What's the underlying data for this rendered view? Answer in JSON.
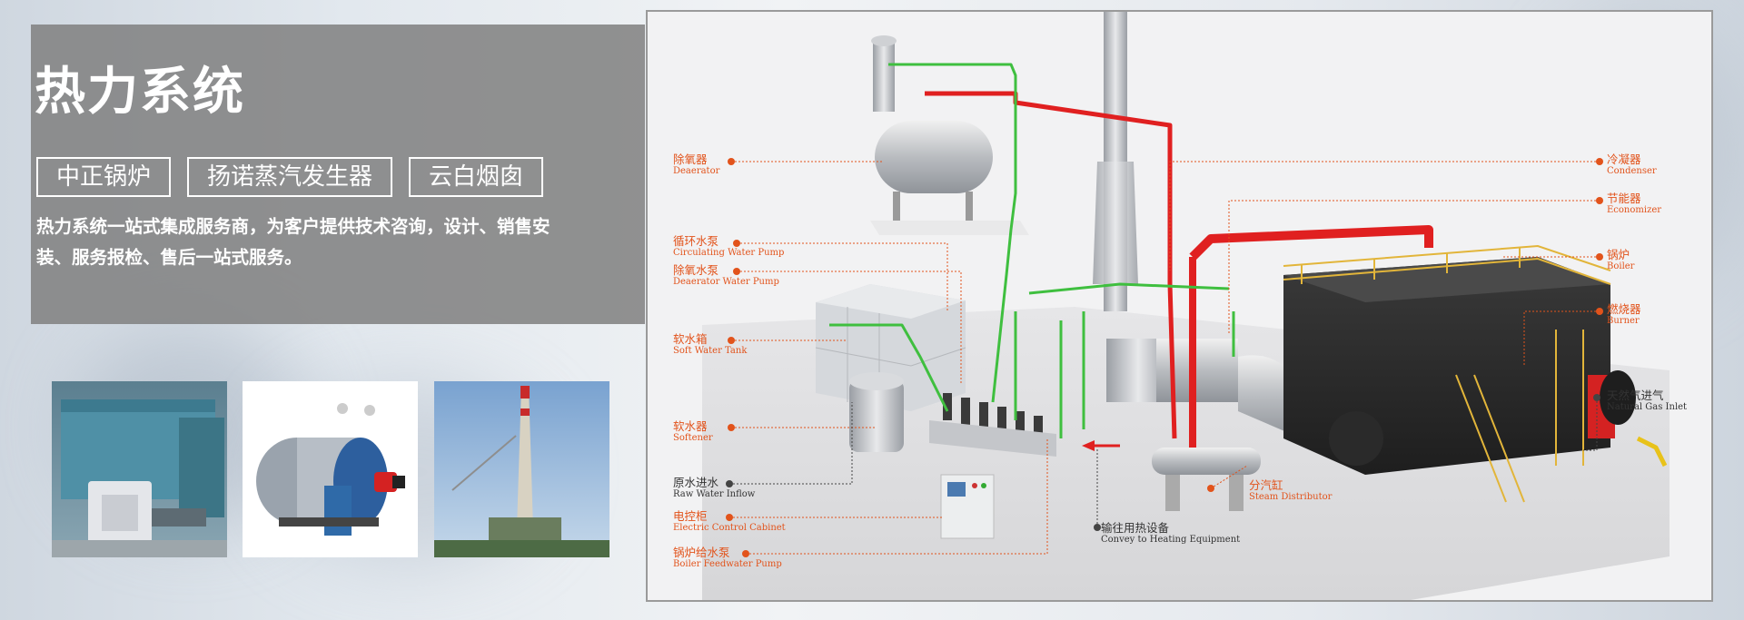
{
  "header": {
    "title": "热力系统",
    "tags": [
      "中正锅炉",
      "扬诺蒸汽发生器",
      "云白烟囱"
    ],
    "description": "热力系统一站式集成服务商，为客户提供技术咨询，设计、销售安装、服务报检、售后一站式服务。"
  },
  "thumbnails": [
    {
      "name": "boiler-photo"
    },
    {
      "name": "steam-generator-photo"
    },
    {
      "name": "chimney-photo"
    }
  ],
  "diagram": {
    "labels_left": [
      {
        "zh": "除氧器",
        "en": "Deaerator"
      },
      {
        "zh": "循环水泵",
        "en": "Circulating Water Pump"
      },
      {
        "zh": "除氧水泵",
        "en": "Deaerator Water Pump"
      },
      {
        "zh": "软水箱",
        "en": "Soft Water Tank"
      },
      {
        "zh": "软水器",
        "en": "Softener"
      },
      {
        "zh": "原水进水",
        "en": "Raw Water Inflow"
      },
      {
        "zh": "电控柜",
        "en": "Electric Control Cabinet"
      },
      {
        "zh": "锅炉给水泵",
        "en": "Boiler Feedwater Pump"
      }
    ],
    "labels_right": [
      {
        "zh": "冷凝器",
        "en": "Condenser"
      },
      {
        "zh": "节能器",
        "en": "Economizer"
      },
      {
        "zh": "锅炉",
        "en": "Boiler"
      },
      {
        "zh": "燃烧器",
        "en": "Burner"
      },
      {
        "zh": "天然气进气",
        "en": "Natural Gas Inlet"
      }
    ],
    "labels_bottom": [
      {
        "zh": "分汽缸",
        "en": "Steam Distributor"
      },
      {
        "zh": "输往用热设备",
        "en": "Convey to Heating Equipment"
      }
    ],
    "colors": {
      "accent": "#e2531b",
      "steam_pipe": "#e02020",
      "water_pipe": "#3fbf3f",
      "gas_pipe": "#e8c21a",
      "boiler_frame": "#e2b53a"
    }
  }
}
